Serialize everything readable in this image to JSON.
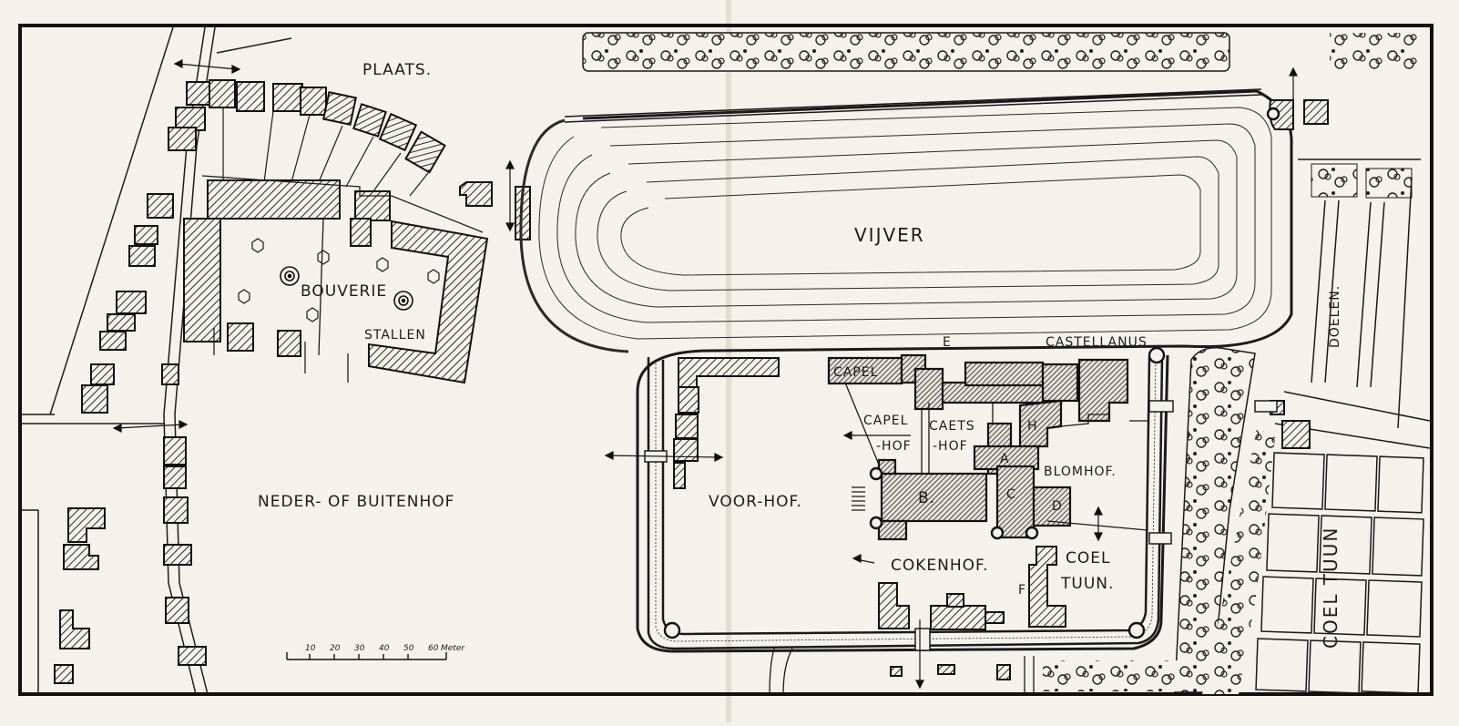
{
  "map": {
    "palette": {
      "paper": "#f4f2ea",
      "ink": "#1c1c1c",
      "hatch": "#2a2a2a",
      "water": "#fbfaf5"
    },
    "labels": {
      "plaats": "PLAATS.",
      "bouverie": "BOUVERIE",
      "stallen": "STALLEN",
      "neder_of_buitenhof": "NEDER- OF BUITENHOF",
      "vijver": "VIJVER",
      "capel": "CAPEL",
      "e": "E",
      "castellanus": "CASTELLANUS",
      "capel_hof_1": "CAPEL",
      "capel_hof_2": "-HOF",
      "caets_1": "CAETS",
      "caets_2": "-HOF",
      "h": "H",
      "a": "A",
      "blomhof": "BLOMHOF.",
      "voorhof": "VOOR-HOF.",
      "b": "B.",
      "c": "C",
      "d": "D",
      "cokenhof": "COKENHOF.",
      "f": "F",
      "coel_tuun_1": "COEL",
      "coel_tuun_2": "TUUN.",
      "doelen": "DOELEN.",
      "coel_tuun_right": "COEL TUUN"
    },
    "scale_bar": {
      "ticks": [
        "10",
        "20",
        "30",
        "40",
        "50",
        "60"
      ],
      "unit": "Meter"
    }
  }
}
